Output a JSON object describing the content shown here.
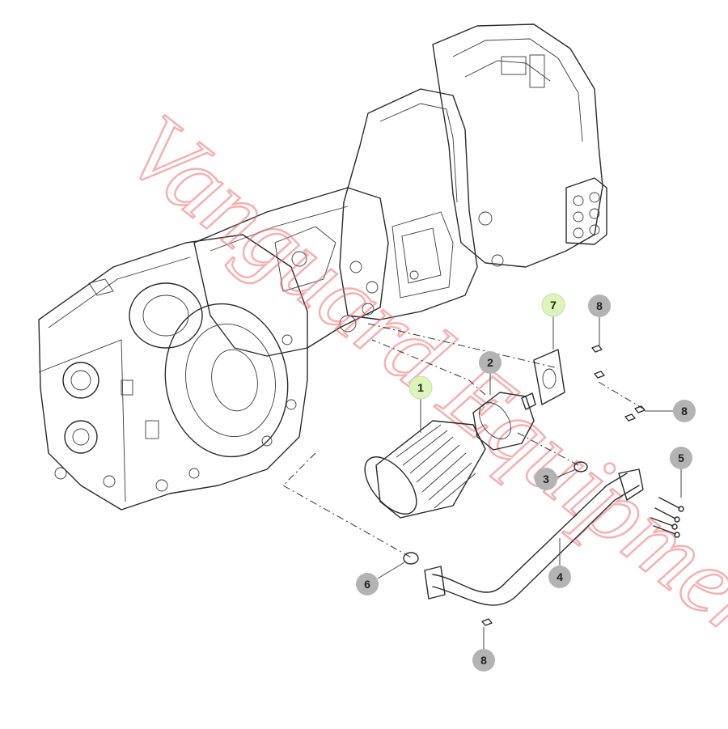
{
  "callouts": [
    {
      "id": "c1",
      "label": "1",
      "color": "#dcf5b8"
    },
    {
      "id": "c2",
      "label": "2",
      "color": "#b3b3b3"
    },
    {
      "id": "c3",
      "label": "3",
      "color": "#b3b3b3"
    },
    {
      "id": "c4",
      "label": "4",
      "color": "#b3b3b3"
    },
    {
      "id": "c5",
      "label": "5",
      "color": "#b3b3b3"
    },
    {
      "id": "c6",
      "label": "6",
      "color": "#b3b3b3"
    },
    {
      "id": "c7",
      "label": "7",
      "color": "#dcf5b8"
    },
    {
      "id": "c8a",
      "label": "8",
      "color": "#b3b3b3"
    },
    {
      "id": "c8b",
      "label": "8",
      "color": "#b3b3b3"
    },
    {
      "id": "c8c",
      "label": "8",
      "color": "#b3b3b3"
    }
  ],
  "watermark": {
    "text": "Vanguard Equipment",
    "color": "#f07070"
  }
}
